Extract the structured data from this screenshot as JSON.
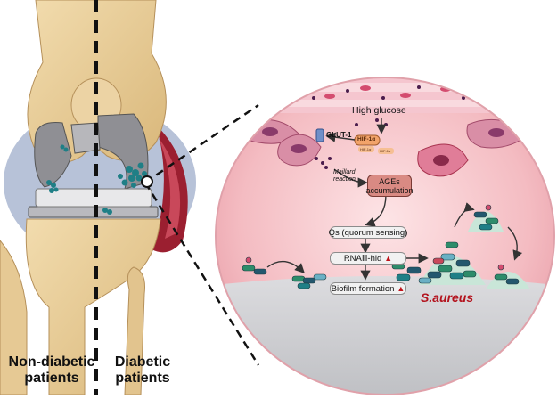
{
  "labels": {
    "non_diabetic": "Non-diabetic\npatients",
    "diabetic": "Diabetic\npatients",
    "high_glucose": "High glucose",
    "glut1": "GLUT-1",
    "hif_main": "HIF-1α",
    "hif_small_a": "HIF-1α",
    "hif_small_b": "HIF-1α",
    "maillard": "Maillard\nreaction",
    "ages": "AGEs\naccumulation",
    "qs": "Qs (quorum sensing)",
    "rna": "RNAⅢ-hld",
    "biofilm": "Biofilm formation",
    "saureus": "S.aureus"
  },
  "colors": {
    "tissue_pink": "#f2b7be",
    "bone": "#e9cf9e",
    "infection_red": "#8e1d2c",
    "implant_gray": "#8f8f94",
    "bacteria_teal": "#1f7f86",
    "up_arrow_red": "#c0121a"
  }
}
